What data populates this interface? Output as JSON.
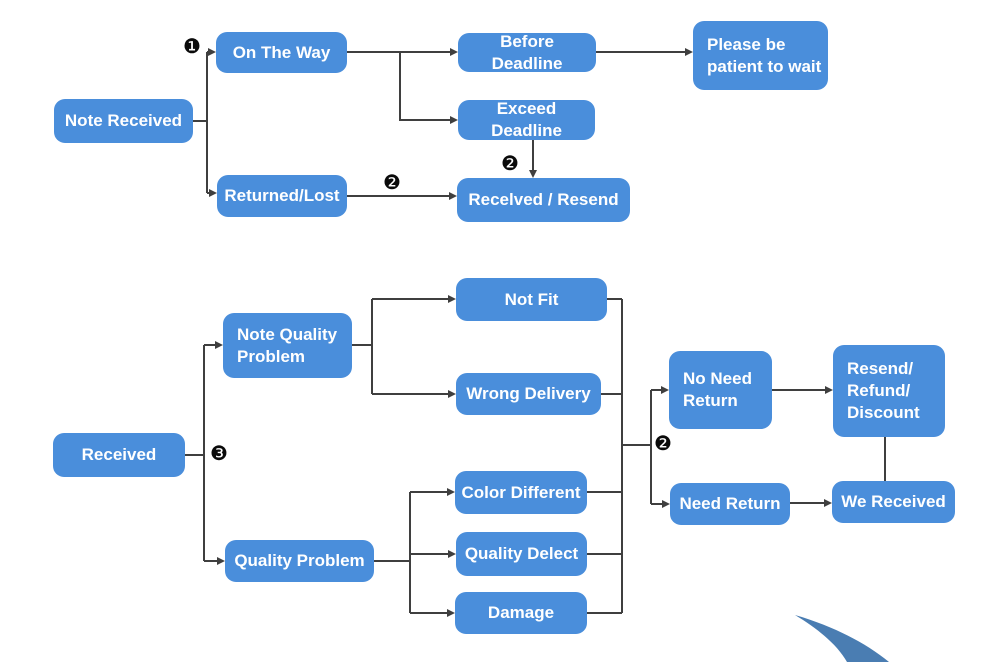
{
  "diagram": {
    "colors": {
      "node_fill": "#4a8edb",
      "node_text": "#ffffff",
      "line": "#3f3f3f",
      "swoosh": "#4a7db2"
    },
    "nodes": {
      "note_received": {
        "label": "Note Received"
      },
      "on_the_way": {
        "label": "On The Way"
      },
      "returned_lost": {
        "label": "Returned/Lost"
      },
      "before_deadline": {
        "label": "Before Deadline"
      },
      "exceed_deadline": {
        "label": "Exceed Deadline"
      },
      "please_wait": {
        "label": "Please be\npatient to wait"
      },
      "received_resend": {
        "label": "Recelved / Resend"
      },
      "received": {
        "label": "Received"
      },
      "note_quality_problem": {
        "label": "Note Quality\nProblem"
      },
      "quality_problem": {
        "label": "Quality Problem"
      },
      "not_fit": {
        "label": "Not Fit"
      },
      "wrong_delivery": {
        "label": "Wrong Delivery"
      },
      "color_different": {
        "label": "Color Different"
      },
      "quality_delect": {
        "label": "Quality Delect"
      },
      "damage": {
        "label": "Damage"
      },
      "no_need_return": {
        "label": "No Need\nReturn"
      },
      "resend_refund_discount": {
        "label": "Resend/\nRefund/\nDiscount"
      },
      "need_return": {
        "label": "Need Return"
      },
      "we_received": {
        "label": "We Received"
      }
    },
    "markers": {
      "m1": "❶",
      "m2a": "❷",
      "m2b": "❷",
      "m2c": "❷",
      "m3": "❸"
    }
  }
}
